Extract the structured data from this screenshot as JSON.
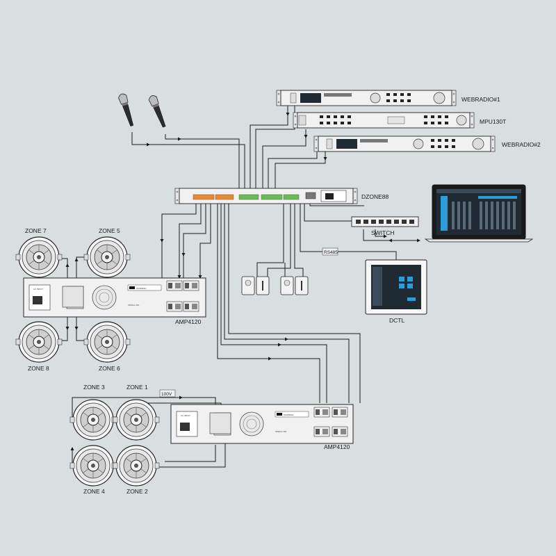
{
  "labels": {
    "webradio1": "WEBRADIO#1",
    "mpu130t": "MPU130T",
    "webradio2": "WEBRADIO#2",
    "dzone88": "DZONE88",
    "switch": "SWITCH",
    "rs485": "RS485",
    "dctl": "DCTL",
    "amp_upper": "AMP4120",
    "amp_lower": "AMP4120",
    "zone1": "ZONE 1",
    "zone2": "ZONE 2",
    "zone3": "ZONE 3",
    "zone4": "ZONE 4",
    "zone5": "ZONE 5",
    "zone6": "ZONE 6",
    "zone7": "ZONE 7",
    "zone8": "ZONE 8",
    "voltage": "100V"
  },
  "colors": {
    "background": "#d9dfe1",
    "line": "#1a1a1a",
    "device_face": "#f1f1f1",
    "terminal_green": "#6db85a",
    "terminal_orange": "#e08a3a",
    "dark_screen": "#1f2a33"
  }
}
